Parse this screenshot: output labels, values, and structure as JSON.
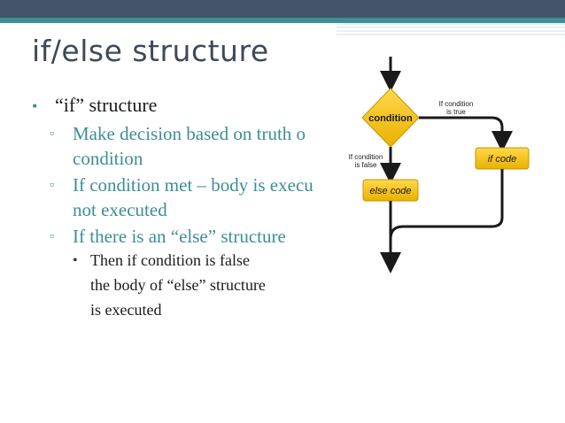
{
  "slide": {
    "title": "if/else structure",
    "bullets": [
      {
        "marker": "•",
        "text": "“if” structure"
      },
      {
        "marker": "▫",
        "text": "Make decision based on truth o"
      },
      {
        "marker": "",
        "text": "condition"
      },
      {
        "marker": "▫",
        "text": "If condition met – body is execu"
      },
      {
        "marker": "",
        "text": "not executed"
      },
      {
        "marker": "▫",
        "text": "If there is an “else” structure"
      },
      {
        "marker": "•",
        "text": "Then if condition is false"
      },
      {
        "marker": "",
        "text": "the body of “else” structure"
      },
      {
        "marker": "",
        "text": "is executed"
      }
    ]
  },
  "flowchart": {
    "condition_label": "condition",
    "true_label_line1": "If condition",
    "true_label_line2": "is true",
    "false_label_line1": "If condition",
    "false_label_line2": "is false",
    "if_box_label": "if code",
    "else_box_label": "else code",
    "colors": {
      "diamond": "#f5c316",
      "box": "#f5c316",
      "line": "#1a1a1a"
    }
  },
  "colors": {
    "header": "#44546a",
    "accent": "#3d8e95",
    "title": "#3e4a57"
  }
}
